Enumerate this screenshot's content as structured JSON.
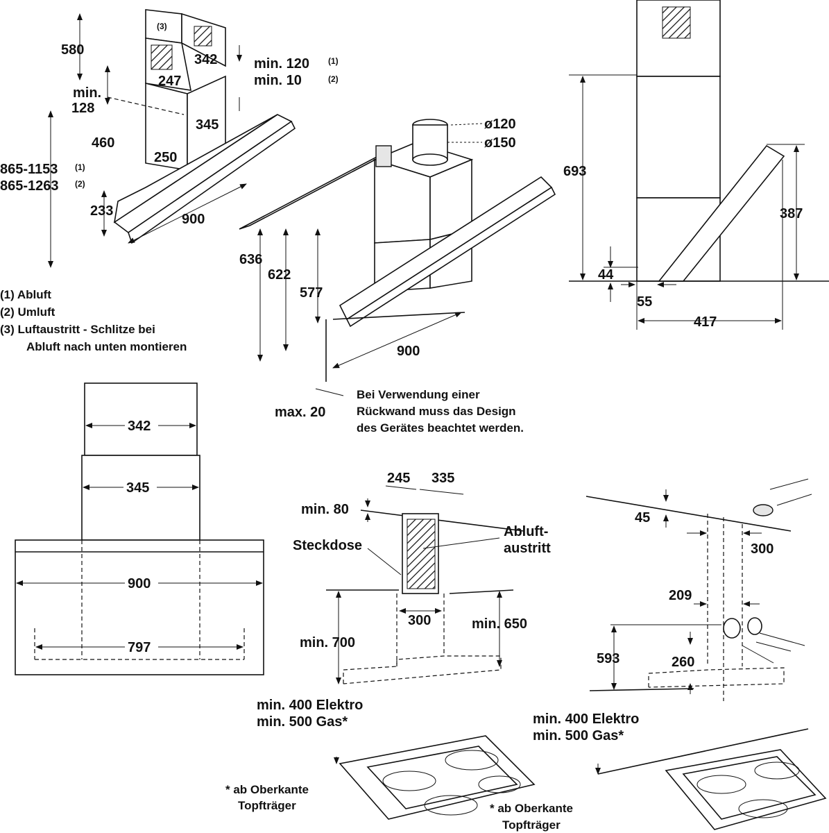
{
  "legend": {
    "l1": "(1) Abluft",
    "l2": "(2) Umluft",
    "l3a": "(3) Luftaustritt - Schlitze bei",
    "l3b": "Abluft nach unten montieren"
  },
  "iso_view": {
    "d580": "580",
    "d342": "342",
    "d247": "247",
    "d345": "345",
    "d250": "250",
    "d460": "460",
    "d233": "233",
    "d900": "900",
    "min128_a": "min.",
    "min128_b": "128",
    "h1": "865-1153",
    "h1_sup": "(1)",
    "h2": "865-1263",
    "h2_sup": "(2)",
    "min120": "min. 120",
    "min120_sup": "(1)",
    "min10": "min. 10",
    "min10_sup": "(2)",
    "note3": "(3)"
  },
  "install_view": {
    "d120": "ø120",
    "d150": "ø150",
    "d636": "636",
    "d622": "622",
    "d577": "577",
    "d900": "900",
    "max20": "max. 20",
    "note_a": "Bei Verwendung einer",
    "note_b": "Rückwand muss das Design",
    "note_c": "des Gerätes beachtet werden."
  },
  "side_view": {
    "d693": "693",
    "d387": "387",
    "d44": "44",
    "d55": "55",
    "d417": "417"
  },
  "front_view": {
    "d342": "342",
    "d345": "345",
    "d900": "900",
    "d797": "797"
  },
  "wall_view": {
    "d245": "245",
    "d335": "335",
    "min80": "min. 80",
    "steckdose": "Steckdose",
    "abluft_a": "Abluft-",
    "abluft_b": "austritt",
    "d300": "300",
    "min700": "min. 700",
    "min650": "min. 650",
    "elektro": "min. 400 Elektro",
    "gas": "min. 500 Gas*",
    "foot_a": "* ab Oberkante",
    "foot_b": "Topfträger"
  },
  "ceiling_view": {
    "d45": "45",
    "d300": "300",
    "d209": "209",
    "d593": "593",
    "d260": "260",
    "elektro": "min. 400 Elektro",
    "gas": "min. 500 Gas*",
    "foot_a": "* ab Oberkante",
    "foot_b": "Topfträger"
  }
}
